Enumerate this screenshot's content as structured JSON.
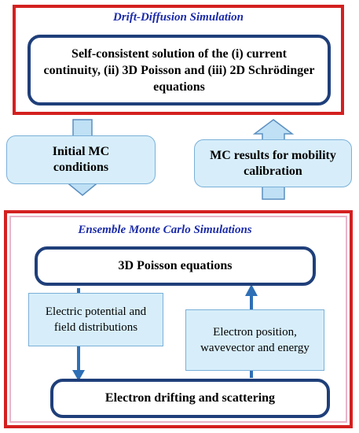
{
  "top_section": {
    "title": "Drift-Diffusion Simulation",
    "box_text": "Self-consistent solution of the (i) current continuity, (ii) 3D Poisson and (iii) 2D Schrödinger equations"
  },
  "middle": {
    "left_text": "Initial MC conditions",
    "right_text": "MC results for mobility calibration"
  },
  "bottom_section": {
    "title": "Ensemble Monte Carlo Simulations",
    "poisson_box": "3D Poisson equations",
    "left_info": "Electric potential and field distributions",
    "right_info": "Electron position, wavevector and energy",
    "drift_box": "Electron drifting and scattering"
  },
  "colors": {
    "frame_red": "#d42020",
    "box_border_blue": "#1f3f7a",
    "title_blue": "#1a2aa8",
    "info_fill": "#d7eefa",
    "arrow_fill": "#bfe0f5",
    "arrow_stroke": "#5b8fc0",
    "line_blue": "#2e6fb5"
  }
}
